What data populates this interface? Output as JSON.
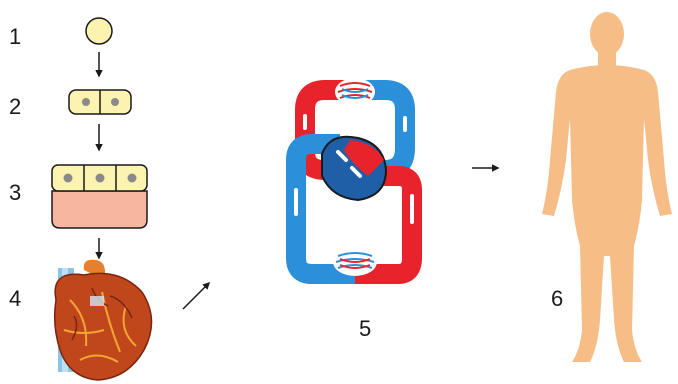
{
  "labels": {
    "cell": "1",
    "cell_pair": "2",
    "tissue": "3",
    "organ": "4",
    "organ_system": "5",
    "organism": "6"
  },
  "colors": {
    "cell_fill": "#fdf3b0",
    "cell_stroke": "#1a1a1a",
    "nucleus": "#8a8a8a",
    "tissue_base": "#f6b6a0",
    "artery_red": "#e8232b",
    "vein_blue": "#2b8fd9",
    "heart_core": "#1e5fa8",
    "body_fill": "#f7bd86",
    "heart_muscle": "#c0471b",
    "heart_vessels": "#f2a533"
  },
  "icons": {
    "arrow": "arrow-down",
    "heart": "heart-organ-icon",
    "circulatory": "circulatory-system-icon",
    "human": "human-silhouette-icon"
  }
}
